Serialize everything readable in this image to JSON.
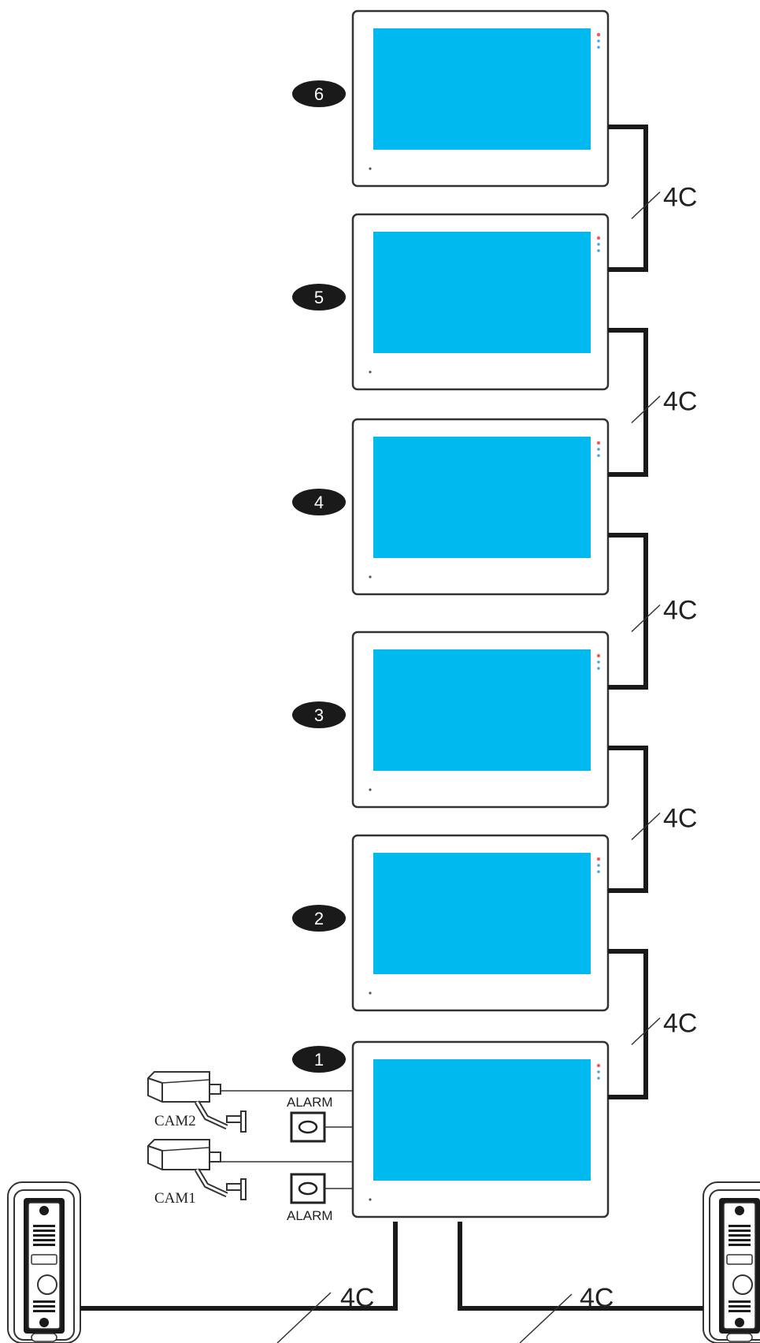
{
  "colors": {
    "screen": "#00b9ef",
    "wire": "#1a1a1a",
    "outline": "#333333",
    "badge": "#1a1a1a",
    "led_red": "#f05a5a",
    "led_blue": "#4aa3df"
  },
  "monitors": [
    {
      "number": "6"
    },
    {
      "number": "5"
    },
    {
      "number": "4"
    },
    {
      "number": "3"
    },
    {
      "number": "2"
    },
    {
      "number": "1"
    }
  ],
  "cable_label": "4C",
  "cameras": [
    {
      "label": "CAM2"
    },
    {
      "label": "CAM1"
    }
  ],
  "alarms": [
    {
      "label": "ALARM"
    },
    {
      "label": "ALARM"
    }
  ],
  "door_stations": [
    {
      "side": "left",
      "icon": "door-station-icon"
    },
    {
      "side": "right",
      "icon": "door-station-icon"
    }
  ]
}
